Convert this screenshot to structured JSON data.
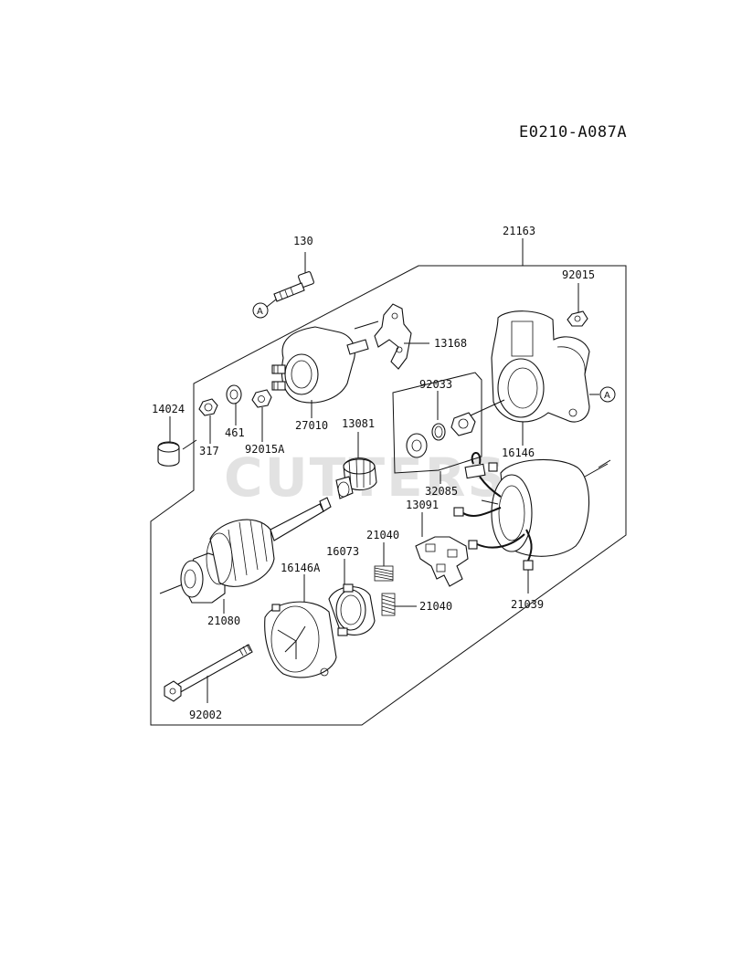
{
  "diagram": {
    "code": "E0210-A087A",
    "watermark": "CUTTERS",
    "callout_letter": "A",
    "parts": {
      "p130": "130",
      "p21163": "21163",
      "p92015": "92015",
      "p13168": "13168",
      "p92033": "92033",
      "p14024": "14024",
      "p461": "461",
      "p317": "317",
      "p92015A": "92015A",
      "p27010": "27010",
      "p13081": "13081",
      "p16146": "16146",
      "p32085": "32085",
      "p13091": "13091",
      "p21040a": "21040",
      "p16073": "16073",
      "p16146A": "16146A",
      "p21040b": "21040",
      "p21039": "21039",
      "p21080": "21080",
      "p92002": "92002"
    }
  }
}
